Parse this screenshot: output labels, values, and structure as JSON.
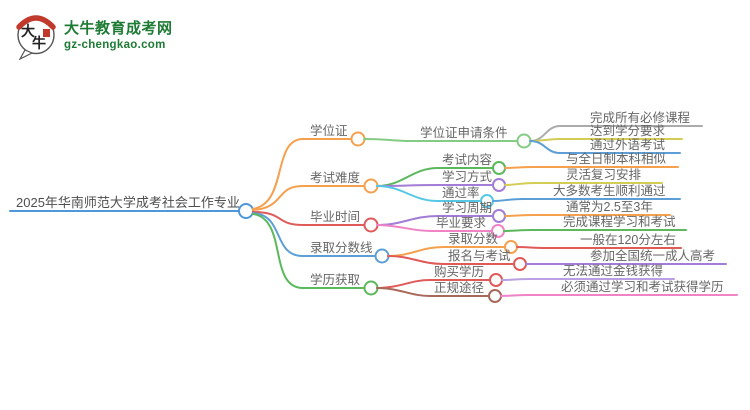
{
  "brand": {
    "name": "大牛教育成考网",
    "domain": "gz-chengkao.com",
    "icon_char_1": "大",
    "icon_char_2": "牛",
    "color": "#1E7B34",
    "seal_color": "#C0392B"
  },
  "palette": {
    "orange": "#F5A04E",
    "red": "#E05A5A",
    "blue": "#5C9FD6",
    "green": "#5CB85C",
    "light_green": "#84CC84",
    "cyan": "#55C8E6",
    "purple": "#A27CD6",
    "pink": "#F083C6",
    "yellow": "#D3CC55",
    "gray": "#ABABAB",
    "brown": "#A8685C",
    "lavender": "#B9A0E2",
    "root_accent": "#4E97D8",
    "text": "#666666"
  },
  "mindmap": {
    "root_label": "2025年华南师范大学成考社会工作专业",
    "branches": [
      {
        "label": "学位证",
        "children": [
          {
            "label": "学位证申请条件",
            "children": [
              {
                "label": "完成所有必修课程"
              },
              {
                "label": "达到学分要求"
              },
              {
                "label": "通过外语考试"
              }
            ]
          }
        ]
      },
      {
        "label": "考试难度",
        "children": [
          {
            "label": "考试内容",
            "children": [
              {
                "label": "与全日制本科相似"
              }
            ]
          },
          {
            "label": "学习方式",
            "children": [
              {
                "label": "灵活复习安排"
              }
            ]
          },
          {
            "label": "通过率",
            "children": [
              {
                "label": "大多数考生顺利通过"
              }
            ]
          }
        ]
      },
      {
        "label": "毕业时间",
        "children": [
          {
            "label": "学习周期",
            "children": [
              {
                "label": "通常为2.5至3年"
              }
            ]
          },
          {
            "label": "毕业要求",
            "children": [
              {
                "label": "完成课程学习和考试"
              }
            ]
          }
        ]
      },
      {
        "label": "录取分数线",
        "children": [
          {
            "label": "录取分数",
            "children": [
              {
                "label": "一般在120分左右"
              }
            ]
          },
          {
            "label": "报名与考试",
            "children": [
              {
                "label": "参加全国统一成人高考"
              }
            ]
          }
        ]
      },
      {
        "label": "学历获取",
        "children": [
          {
            "label": "购买学历",
            "children": [
              {
                "label": "无法通过金钱获得"
              }
            ]
          },
          {
            "label": "正规途径",
            "children": [
              {
                "label": "必须通过学习和考试获得学历"
              }
            ]
          }
        ]
      }
    ]
  }
}
